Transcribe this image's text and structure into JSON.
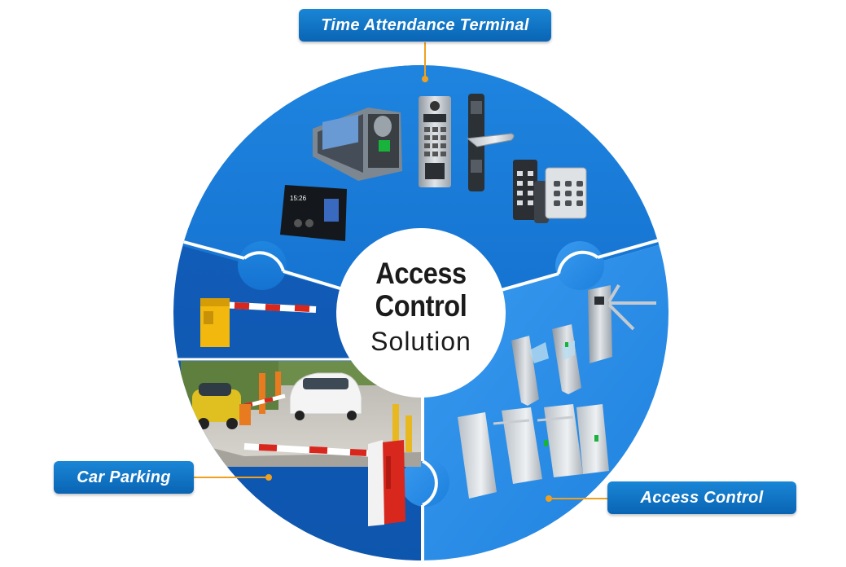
{
  "diagram": {
    "center": {
      "line1": "Access",
      "line2": "Control",
      "line3": "Solution"
    },
    "labels": {
      "time_attendance": "Time Attendance Terminal",
      "car_parking": "Car Parking",
      "access_control": "Access Control"
    },
    "colors": {
      "segment_top": "#1b7fdc",
      "segment_right": "#2e8fe6",
      "segment_left": "#1062c0",
      "label_bg": "#0a6cc0",
      "connector": "#f0a020"
    },
    "icons": [
      "fingerprint-terminal-icon",
      "face-recognition-terminal-icon",
      "video-intercom-icon",
      "smart-door-lock-icon",
      "keypad-reader-icon",
      "card-reader-icon",
      "barrier-gate-icon",
      "parking-lot-photo-icon",
      "tripod-turnstile-icon",
      "flap-barrier-icon",
      "swing-gate-icon"
    ]
  }
}
